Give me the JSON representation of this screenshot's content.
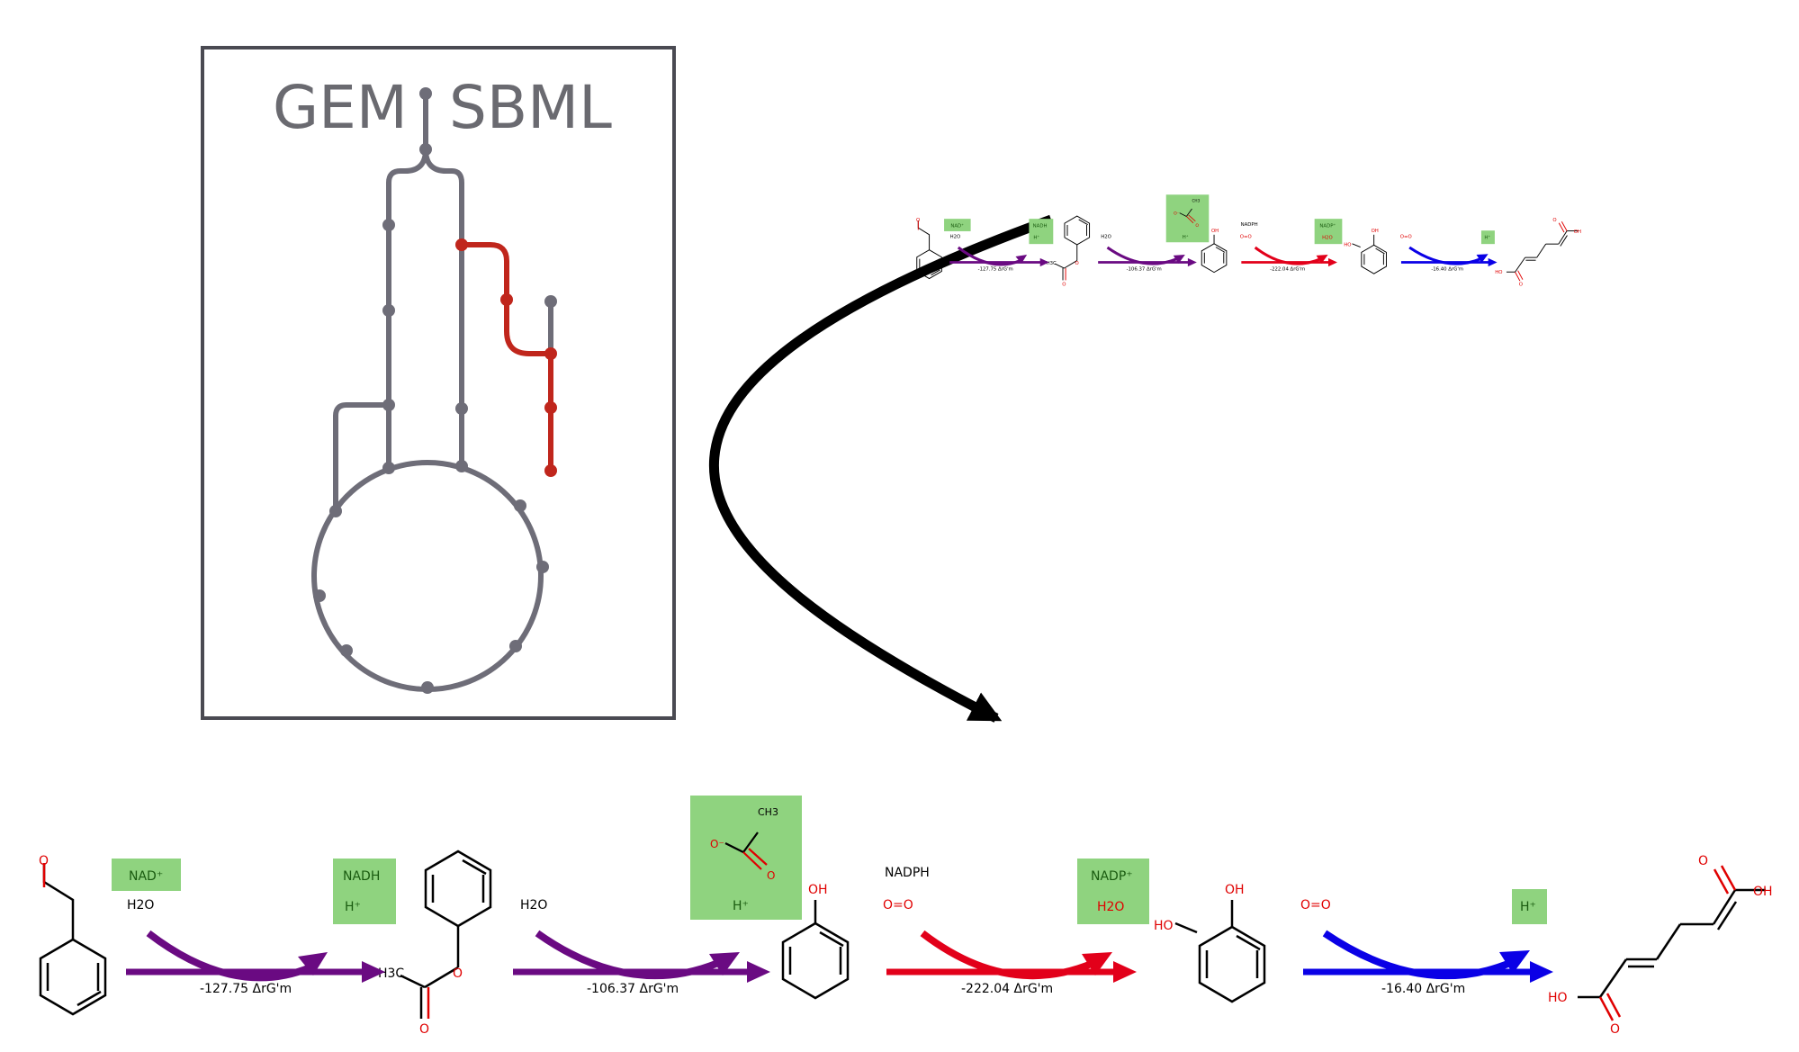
{
  "panel": {
    "gem_label": "GEM",
    "sbml_label": "SBML"
  },
  "colors": {
    "graph_gray": "#6e6d78",
    "graph_red": "#c0261c",
    "step1": "#6a0a82",
    "step2": "#6a0a82",
    "step3": "#e2001a",
    "step4": "#0a00e6",
    "box_green": "#8fd37f",
    "frame": "#4a4a52",
    "atom_red": "#e00000"
  },
  "pathway": {
    "steps": [
      {
        "id": "s1",
        "energy": "-127.75 ΔrG'm",
        "left_top": "NAD⁺",
        "left_top_boxed": true,
        "left_bottom": "H2O",
        "right_top": "NADH",
        "right_bottom": "H⁺",
        "right_boxed": true
      },
      {
        "id": "s2",
        "energy": "-106.37 ΔrG'm",
        "left_top": "",
        "left_bottom": "H2O",
        "right_top": "acetate",
        "right_bottom": "H⁺",
        "right_boxed": true
      },
      {
        "id": "s3",
        "energy": "-222.04 ΔrG'm",
        "left_top": "NADPH",
        "left_top_boxed": false,
        "left_bottom": "O=O",
        "right_top": "NADP⁺",
        "right_bottom": "H2O",
        "right_boxed": true
      },
      {
        "id": "s4",
        "energy": "-16.40 ΔrG'm",
        "left_top": "",
        "left_bottom": "O=O",
        "right_top": "",
        "right_bottom": "H⁺",
        "right_boxed": true
      }
    ],
    "molecules": {
      "phenylacetaldehyde_o": "O",
      "acetate_ch3": "CH3",
      "acetate_o_minus": "O⁻",
      "acetate_o": "O",
      "phenylacetate_h3c": "H3C",
      "phenylacetate_o1": "O",
      "phenylacetate_o2": "O",
      "phenol_oh": "OH",
      "catechol_ho": "HO",
      "catechol_oh": "OH",
      "muconate_oh": "OH",
      "muconate_ho": "HO",
      "muconate_o1": "O",
      "muconate_o2": "O"
    }
  }
}
